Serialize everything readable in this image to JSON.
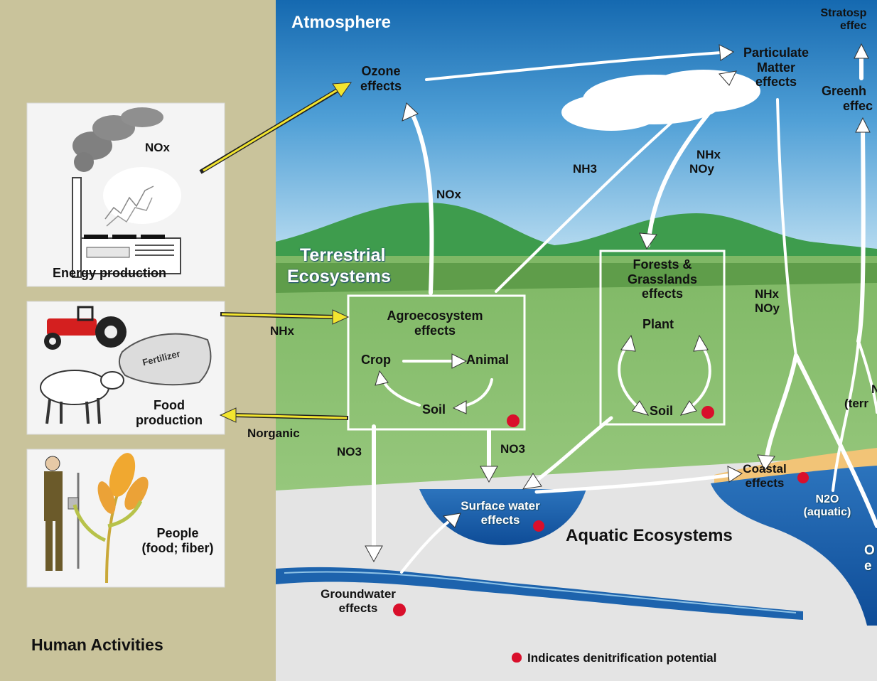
{
  "panels": {
    "human": {
      "title": "Human Activities"
    },
    "atmosphere": {
      "title": "Atmosphere"
    },
    "terrestrial": {
      "title_line1": "Terrestrial",
      "title_line2": "Ecosystems"
    },
    "aquatic": {
      "title": "Aquatic Ecosystems"
    }
  },
  "activities": {
    "energy": {
      "label": "Energy production",
      "emission": "NOx"
    },
    "food": {
      "label_line1": "Food",
      "label_line2": "production",
      "bag_text": "Fertilizer"
    },
    "people": {
      "label_line1": "People",
      "label_line2": "(food; fiber)"
    }
  },
  "atmosphere_nodes": {
    "ozone": {
      "line1": "Ozone",
      "line2": "effects"
    },
    "particulate": {
      "line1": "Particulate",
      "line2": "Matter",
      "line3": "effects"
    },
    "stratospheric": {
      "line1": "Stratosp",
      "line2": "effec"
    },
    "greenhouse": {
      "line1": "Greenh",
      "line2": "effec"
    }
  },
  "agroecosystem": {
    "line1": "Agroecosystem",
    "line2": "effects",
    "crop": "Crop",
    "animal": "Animal",
    "soil": "Soil"
  },
  "forests": {
    "line1": "Forests &",
    "line2": "Grasslands",
    "line3": "effects",
    "plant": "Plant",
    "soil": "Soil"
  },
  "flows": {
    "nox_up": "NOx",
    "nh3": "NH3",
    "nhx_noy_upper": {
      "line1": "NHx",
      "line2": "NOy"
    },
    "nhx_noy_right": {
      "line1": "NHx",
      "line2": "NOy"
    },
    "nhx_input": "NHx",
    "norganic": "Norganic",
    "no3_left": "NO3",
    "no3_center": "NO3",
    "n2o_aquatic": {
      "line1": "N2O",
      "line2": "(aquatic)"
    },
    "n2o_terr": {
      "line1": "N",
      "line2": "(terr"
    }
  },
  "water_nodes": {
    "surface": {
      "line1": "Surface water",
      "line2": "effects"
    },
    "coastal": {
      "line1": "Coastal",
      "line2": "effects"
    },
    "groundwater": {
      "line1": "Groundwater",
      "line2": "effects"
    },
    "ocean": {
      "line1": "O",
      "line2": "e"
    }
  },
  "legend": {
    "text": "Indicates denitrification potential"
  },
  "colors": {
    "human_panel": "#c9c39b",
    "sky": "#1a73b8",
    "land": "#86bd6c",
    "water": "#1357a3",
    "input_arrow": "#f2e52f",
    "denitrification": "#d90f2b"
  }
}
